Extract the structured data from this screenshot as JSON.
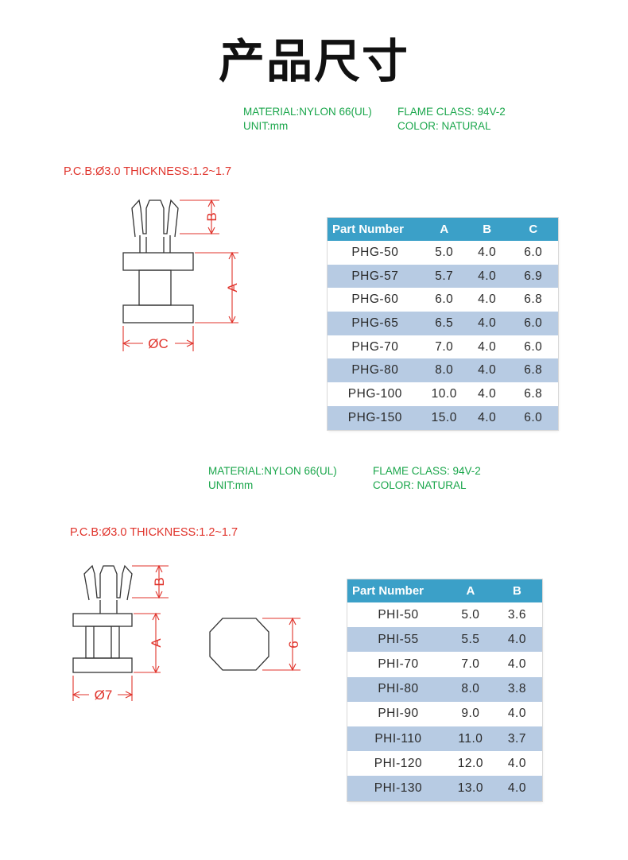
{
  "page_title": "产品尺寸",
  "section1": {
    "material": "MATERIAL:NYLON 66(UL)",
    "unit": "UNIT:mm",
    "flame": "FLAME CLASS: 94V-2",
    "color": "COLOR: NATURAL",
    "pcb": "P.C.B:Ø3.0  THICKNESS:1.2~1.7",
    "dim_labels": {
      "b": "B",
      "a": "A",
      "c": "ØC"
    },
    "table": {
      "headers": [
        "Part Number",
        "A",
        "B",
        "C"
      ],
      "rows": [
        [
          "PHG-50",
          "5.0",
          "4.0",
          "6.0"
        ],
        [
          "PHG-57",
          "5.7",
          "4.0",
          "6.9"
        ],
        [
          "PHG-60",
          "6.0",
          "4.0",
          "6.8"
        ],
        [
          "PHG-65",
          "6.5",
          "4.0",
          "6.0"
        ],
        [
          "PHG-70",
          "7.0",
          "4.0",
          "6.0"
        ],
        [
          "PHG-80",
          "8.0",
          "4.0",
          "6.8"
        ],
        [
          "PHG-100",
          "10.0",
          "4.0",
          "6.8"
        ],
        [
          "PHG-150",
          "15.0",
          "4.0",
          "6.0"
        ]
      ]
    }
  },
  "section2": {
    "material": "MATERIAL:NYLON 66(UL)",
    "unit": "UNIT:mm",
    "flame": "FLAME CLASS: 94V-2",
    "color": "COLOR: NATURAL",
    "pcb": "P.C.B:Ø3.0  THICKNESS:1.2~1.7",
    "dim_labels": {
      "b": "B",
      "a": "A",
      "d": "Ø7",
      "six": "6"
    },
    "table": {
      "headers": [
        "Part Number",
        "A",
        "B"
      ],
      "rows": [
        [
          "PHI-50",
          "5.0",
          "3.6"
        ],
        [
          "PHI-55",
          "5.5",
          "4.0"
        ],
        [
          "PHI-70",
          "7.0",
          "4.0"
        ],
        [
          "PHI-80",
          "8.0",
          "3.8"
        ],
        [
          "PHI-90",
          "9.0",
          "4.0"
        ],
        [
          "PHI-110",
          "11.0",
          "3.7"
        ],
        [
          "PHI-120",
          "12.0",
          "4.0"
        ],
        [
          "PHI-130",
          "13.0",
          "4.0"
        ]
      ]
    }
  },
  "colors": {
    "green_text": "#1aa64b",
    "red_text": "#e0332b",
    "header_blue": "#3ba0c8",
    "row_alt": "#b7cbe3"
  }
}
